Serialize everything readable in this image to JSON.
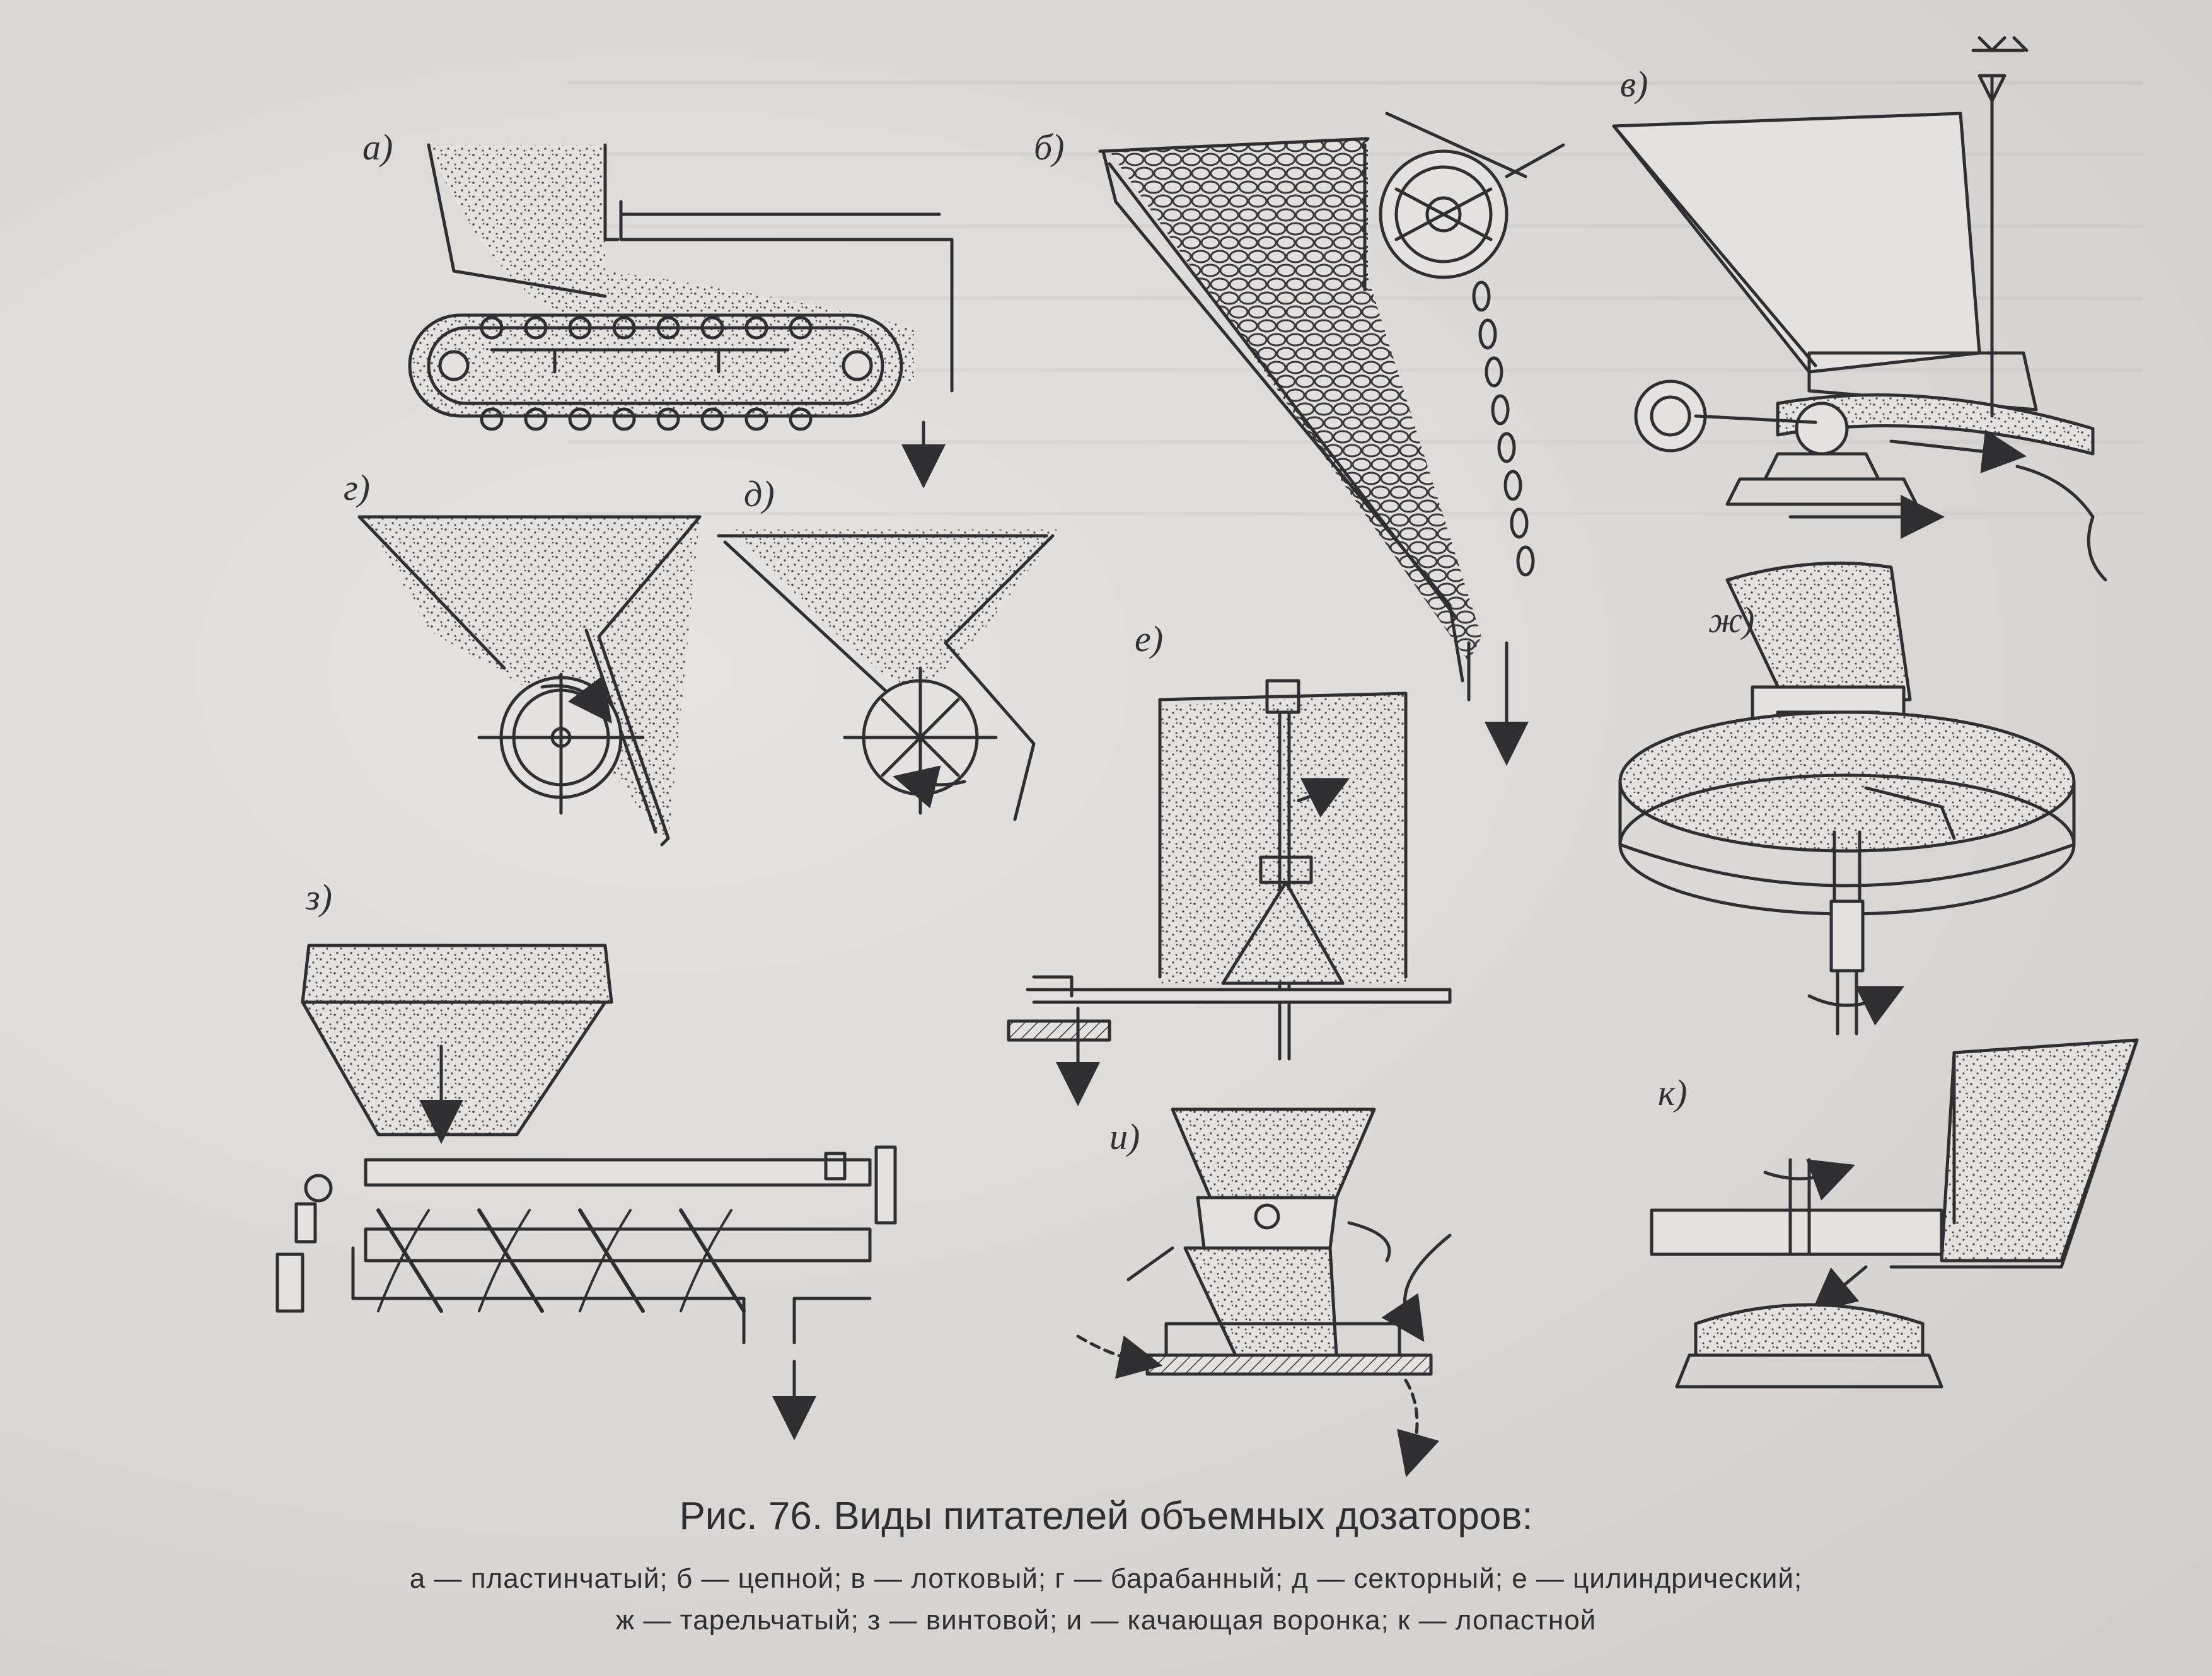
{
  "caption": {
    "title": "Рис. 76. Виды питателей объемных дозаторов:",
    "line1": "а — пластинчатый; б — цепной; в — лотковый; г — барабанный; д — секторный; е — цилиндрический;",
    "line2": "ж — тарельчатый; з — винтовой; и — качающая воронка; к — лопастной"
  },
  "labels": {
    "a": "а)",
    "b": "б)",
    "v": "в)",
    "g": "г)",
    "d": "д)",
    "e": "е)",
    "zh": "ж)",
    "z": "з)",
    "i": "и)",
    "k": "к)"
  },
  "colors": {
    "ink": "#2f2f33",
    "paper": "#dcd9d6"
  }
}
